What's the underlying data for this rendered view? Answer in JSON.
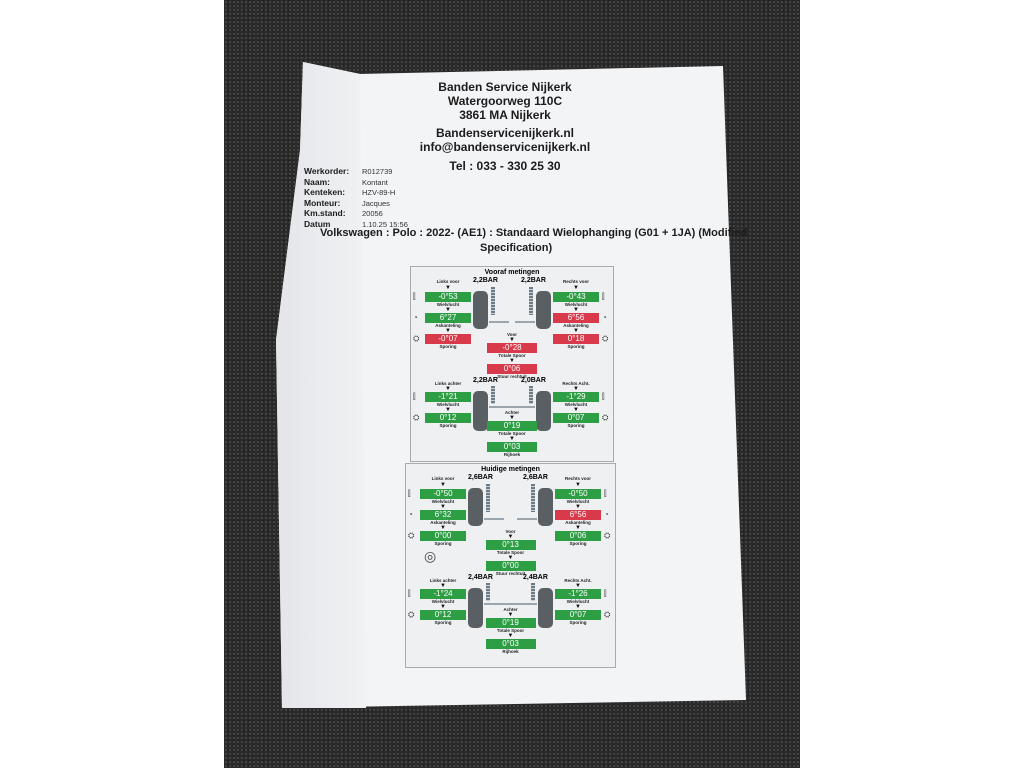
{
  "header": {
    "company": "Banden Service Nijkerk",
    "street": "Watergoorweg 110C",
    "city": "3861 MA Nijkerk",
    "website": "Bandenservicenijkerk.nl",
    "email": "info@bandenservicenijkerk.nl",
    "phone": "Tel : 033 - 330 25 30"
  },
  "info": [
    {
      "label": "Werkorder:",
      "value": "R012739"
    },
    {
      "label": "Naam:",
      "value": "Kontant"
    },
    {
      "label": "Kenteken:",
      "value": "HZV-89-H"
    },
    {
      "label": "Monteur:",
      "value": "Jacques"
    },
    {
      "label": "Km.stand:",
      "value": "20056"
    },
    {
      "label": "Datum",
      "value": "1.10.25 15:56"
    }
  ],
  "vehicle": {
    "line1": "Volkswagen : Polo : 2022-   (AE1) : Standaard Wielophanging (G01 + 1JA) (Modified",
    "line2": "Specification)"
  },
  "colors": {
    "ok": "#2e9e45",
    "bad": "#d83a4b"
  },
  "labels": {
    "links_voor": "Links voor",
    "rechts_voor": "Rechts voor",
    "links_achter": "Links achter",
    "rechts_achter": "Rechts Acht.",
    "wielvlucht": "Wielvlucht",
    "askanteling": "Askanteling",
    "sporing": "Sporing",
    "voor": "Voor",
    "achter": "Achter",
    "totale_spoor": "Totale Spoor",
    "stuur": "Stuur rechtuit",
    "rijhoek": "Rijhoek"
  },
  "panels": [
    {
      "title": "Vooraf metingen",
      "pressure": {
        "lv": "2,2BAR",
        "rv": "2,2BAR",
        "la": "2,2BAR",
        "ra": "2,0BAR"
      },
      "front": {
        "lv": {
          "wielvlucht": {
            "v": "-0°53",
            "ok": true
          },
          "askanteling": {
            "v": "6°27",
            "ok": true
          },
          "sporing": {
            "v": "-0°07",
            "ok": false
          }
        },
        "rv": {
          "wielvlucht": {
            "v": "-0°43",
            "ok": true
          },
          "askanteling": {
            "v": "6°56",
            "ok": false
          },
          "sporing": {
            "v": "0°18",
            "ok": false
          }
        },
        "totale_spoor": {
          "v": "-0°28",
          "ok": false
        },
        "stuur": {
          "v": "0°06",
          "ok": false
        }
      },
      "rear": {
        "la": {
          "wielvlucht": {
            "v": "-1°21",
            "ok": true
          },
          "sporing": {
            "v": "0°12",
            "ok": true
          }
        },
        "ra": {
          "wielvlucht": {
            "v": "-1°29",
            "ok": true
          },
          "sporing": {
            "v": "0°07",
            "ok": true
          }
        },
        "totale_spoor": {
          "v": "0°19",
          "ok": true
        },
        "rijhoek": {
          "v": "0°03",
          "ok": true
        }
      }
    },
    {
      "title": "Huidige metingen",
      "pressure": {
        "lv": "2,6BAR",
        "rv": "2,6BAR",
        "la": "2,4BAR",
        "ra": "2,4BAR"
      },
      "front": {
        "lv": {
          "wielvlucht": {
            "v": "-0°50",
            "ok": true
          },
          "askanteling": {
            "v": "6°32",
            "ok": true
          },
          "sporing": {
            "v": "0°00",
            "ok": true
          }
        },
        "rv": {
          "wielvlucht": {
            "v": "-0°50",
            "ok": true
          },
          "askanteling": {
            "v": "6°56",
            "ok": false
          },
          "sporing": {
            "v": "0°06",
            "ok": true
          }
        },
        "totale_spoor": {
          "v": "0°13",
          "ok": true
        },
        "stuur": {
          "v": "0°00",
          "ok": true
        }
      },
      "rear": {
        "la": {
          "wielvlucht": {
            "v": "-1°24",
            "ok": true
          },
          "sporing": {
            "v": "0°12",
            "ok": true
          }
        },
        "ra": {
          "wielvlucht": {
            "v": "-1°26",
            "ok": true
          },
          "sporing": {
            "v": "0°07",
            "ok": true
          }
        },
        "totale_spoor": {
          "v": "0°19",
          "ok": true
        },
        "rijhoek": {
          "v": "0°03",
          "ok": true
        }
      }
    }
  ]
}
